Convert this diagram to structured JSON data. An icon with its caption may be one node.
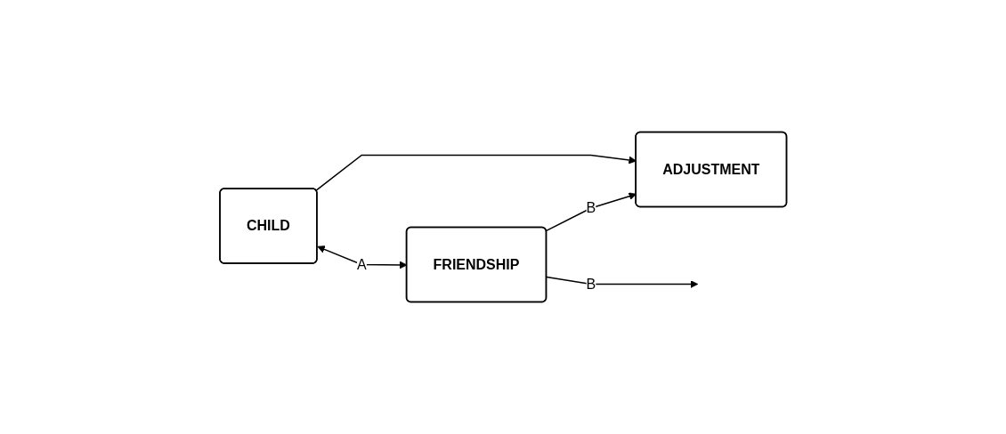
{
  "diagram": {
    "nodes": [
      {
        "text": [
          "CHILD"
        ]
      },
      {
        "text": [
          "ADJUSTMENT"
        ]
      },
      {
        "text": [
          "FRIENDSHIP"
        ]
      }
    ],
    "edges": [
      {
        "from": 0,
        "to": 1,
        "arrow": "to"
      },
      {
        "from": 0,
        "to": 2,
        "arrow": "both",
        "label": "A"
      },
      {
        "from": 2,
        "to": null,
        "arrow": "to",
        "label": "B"
      },
      {
        "from": 2,
        "to": 1,
        "arrow": "to",
        "label": "B"
      }
    ]
  }
}
